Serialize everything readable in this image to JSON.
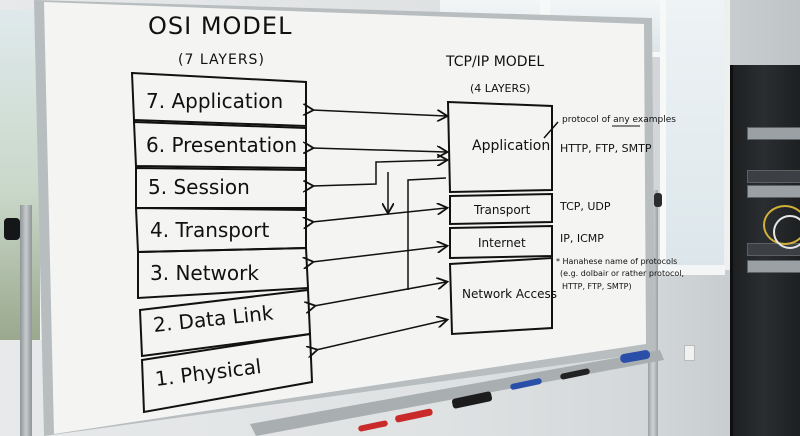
{
  "osi": {
    "title": "OSI MODEL",
    "subtitle": "(7 LAYERS)",
    "layers": [
      "7. Application",
      "6. Presentation",
      "5. Session",
      "4. Transport",
      "3. Network",
      "2. Data Link",
      "1. Physical"
    ]
  },
  "tcpip": {
    "title": "TCP/IP MODEL",
    "subtitle": "(4 LAYERS)",
    "layers": [
      "Application",
      "Transport",
      "Internet",
      "Network Access"
    ],
    "protocols": [
      "HTTP, FTP, SMTP",
      "TCP, UDP",
      "IP, ICMP"
    ],
    "protocol_note": "protocol of any examples",
    "network_access_note": [
      "* Hanahese name of protocols",
      "(e.g. dolbair or rather protocol,",
      "HTTP, FTP, SMTP)"
    ]
  },
  "colors": {
    "board": "#f4f5f3",
    "frame": "#b9bec1",
    "ink": "#111111",
    "marker_blue": "#2a4fa8",
    "marker_red": "#c92a2a"
  }
}
